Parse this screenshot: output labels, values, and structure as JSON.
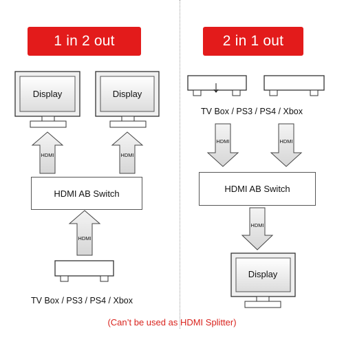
{
  "left": {
    "title": "1 in 2 out",
    "display_1": "Display",
    "display_2": "Display",
    "arrow_label": "HDMI",
    "switch_label": "HDMI AB Switch",
    "source_label": "TV Box / PS3 / PS4 / Xbox"
  },
  "right": {
    "title": "2 in 1 out",
    "source_label": "TV Box / PS3 / PS4 / Xbox",
    "arrow_label": "HDMI",
    "switch_label": "HDMI AB Switch",
    "display": "Display"
  },
  "footer_note": "(Can’t be used as HDMI Splitter)",
  "colors": {
    "banner": "#e31b1b",
    "note": "#d9231d",
    "line": "#333333"
  }
}
